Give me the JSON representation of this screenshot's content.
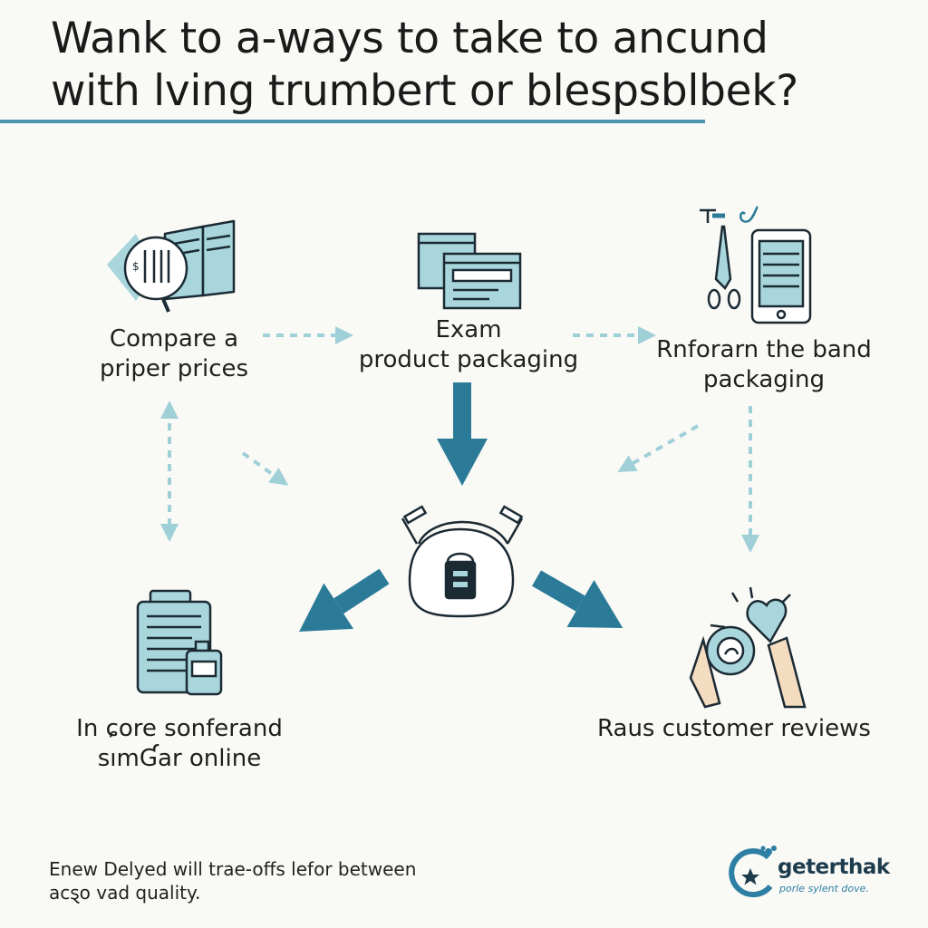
{
  "title": {
    "line1": "Wank to a-ways to take to ancund",
    "line2": "with lving trumbert or blespsblbek?"
  },
  "nodes": [
    {
      "id": "compare",
      "lines": [
        "Compare a",
        "priper prices"
      ],
      "icon": "price-tag-magnifier-icon"
    },
    {
      "id": "exam",
      "lines": [
        "Exam",
        "product packaging"
      ],
      "icon": "browser-windows-icon"
    },
    {
      "id": "rnforarn",
      "lines": [
        "Rnforarn the band",
        "packaging"
      ],
      "icon": "tools-tablet-icon"
    },
    {
      "id": "center",
      "lines": [],
      "icon": "shopping-basket-lock-icon"
    },
    {
      "id": "online",
      "lines": [
        "In ɕore sonferand",
        "sımƓar online"
      ],
      "icon": "documents-bottle-icon"
    },
    {
      "id": "reviews",
      "lines": [
        "Raus customer reviews"
      ],
      "icon": "hands-heart-icon"
    }
  ],
  "footer": {
    "line1": "Enew Delyed will trae-offs lefor between",
    "line2": "acȿo vad quality."
  },
  "logo": {
    "name": "geterthak",
    "tagline": "porle sylent dove."
  },
  "colors": {
    "accent": "#4b95ad",
    "arrow_solid": "#2b7b98",
    "arrow_dashed": "#9fd0d8",
    "icon_fill": "#a8d6dc",
    "icon_stroke": "#1b2a33"
  }
}
